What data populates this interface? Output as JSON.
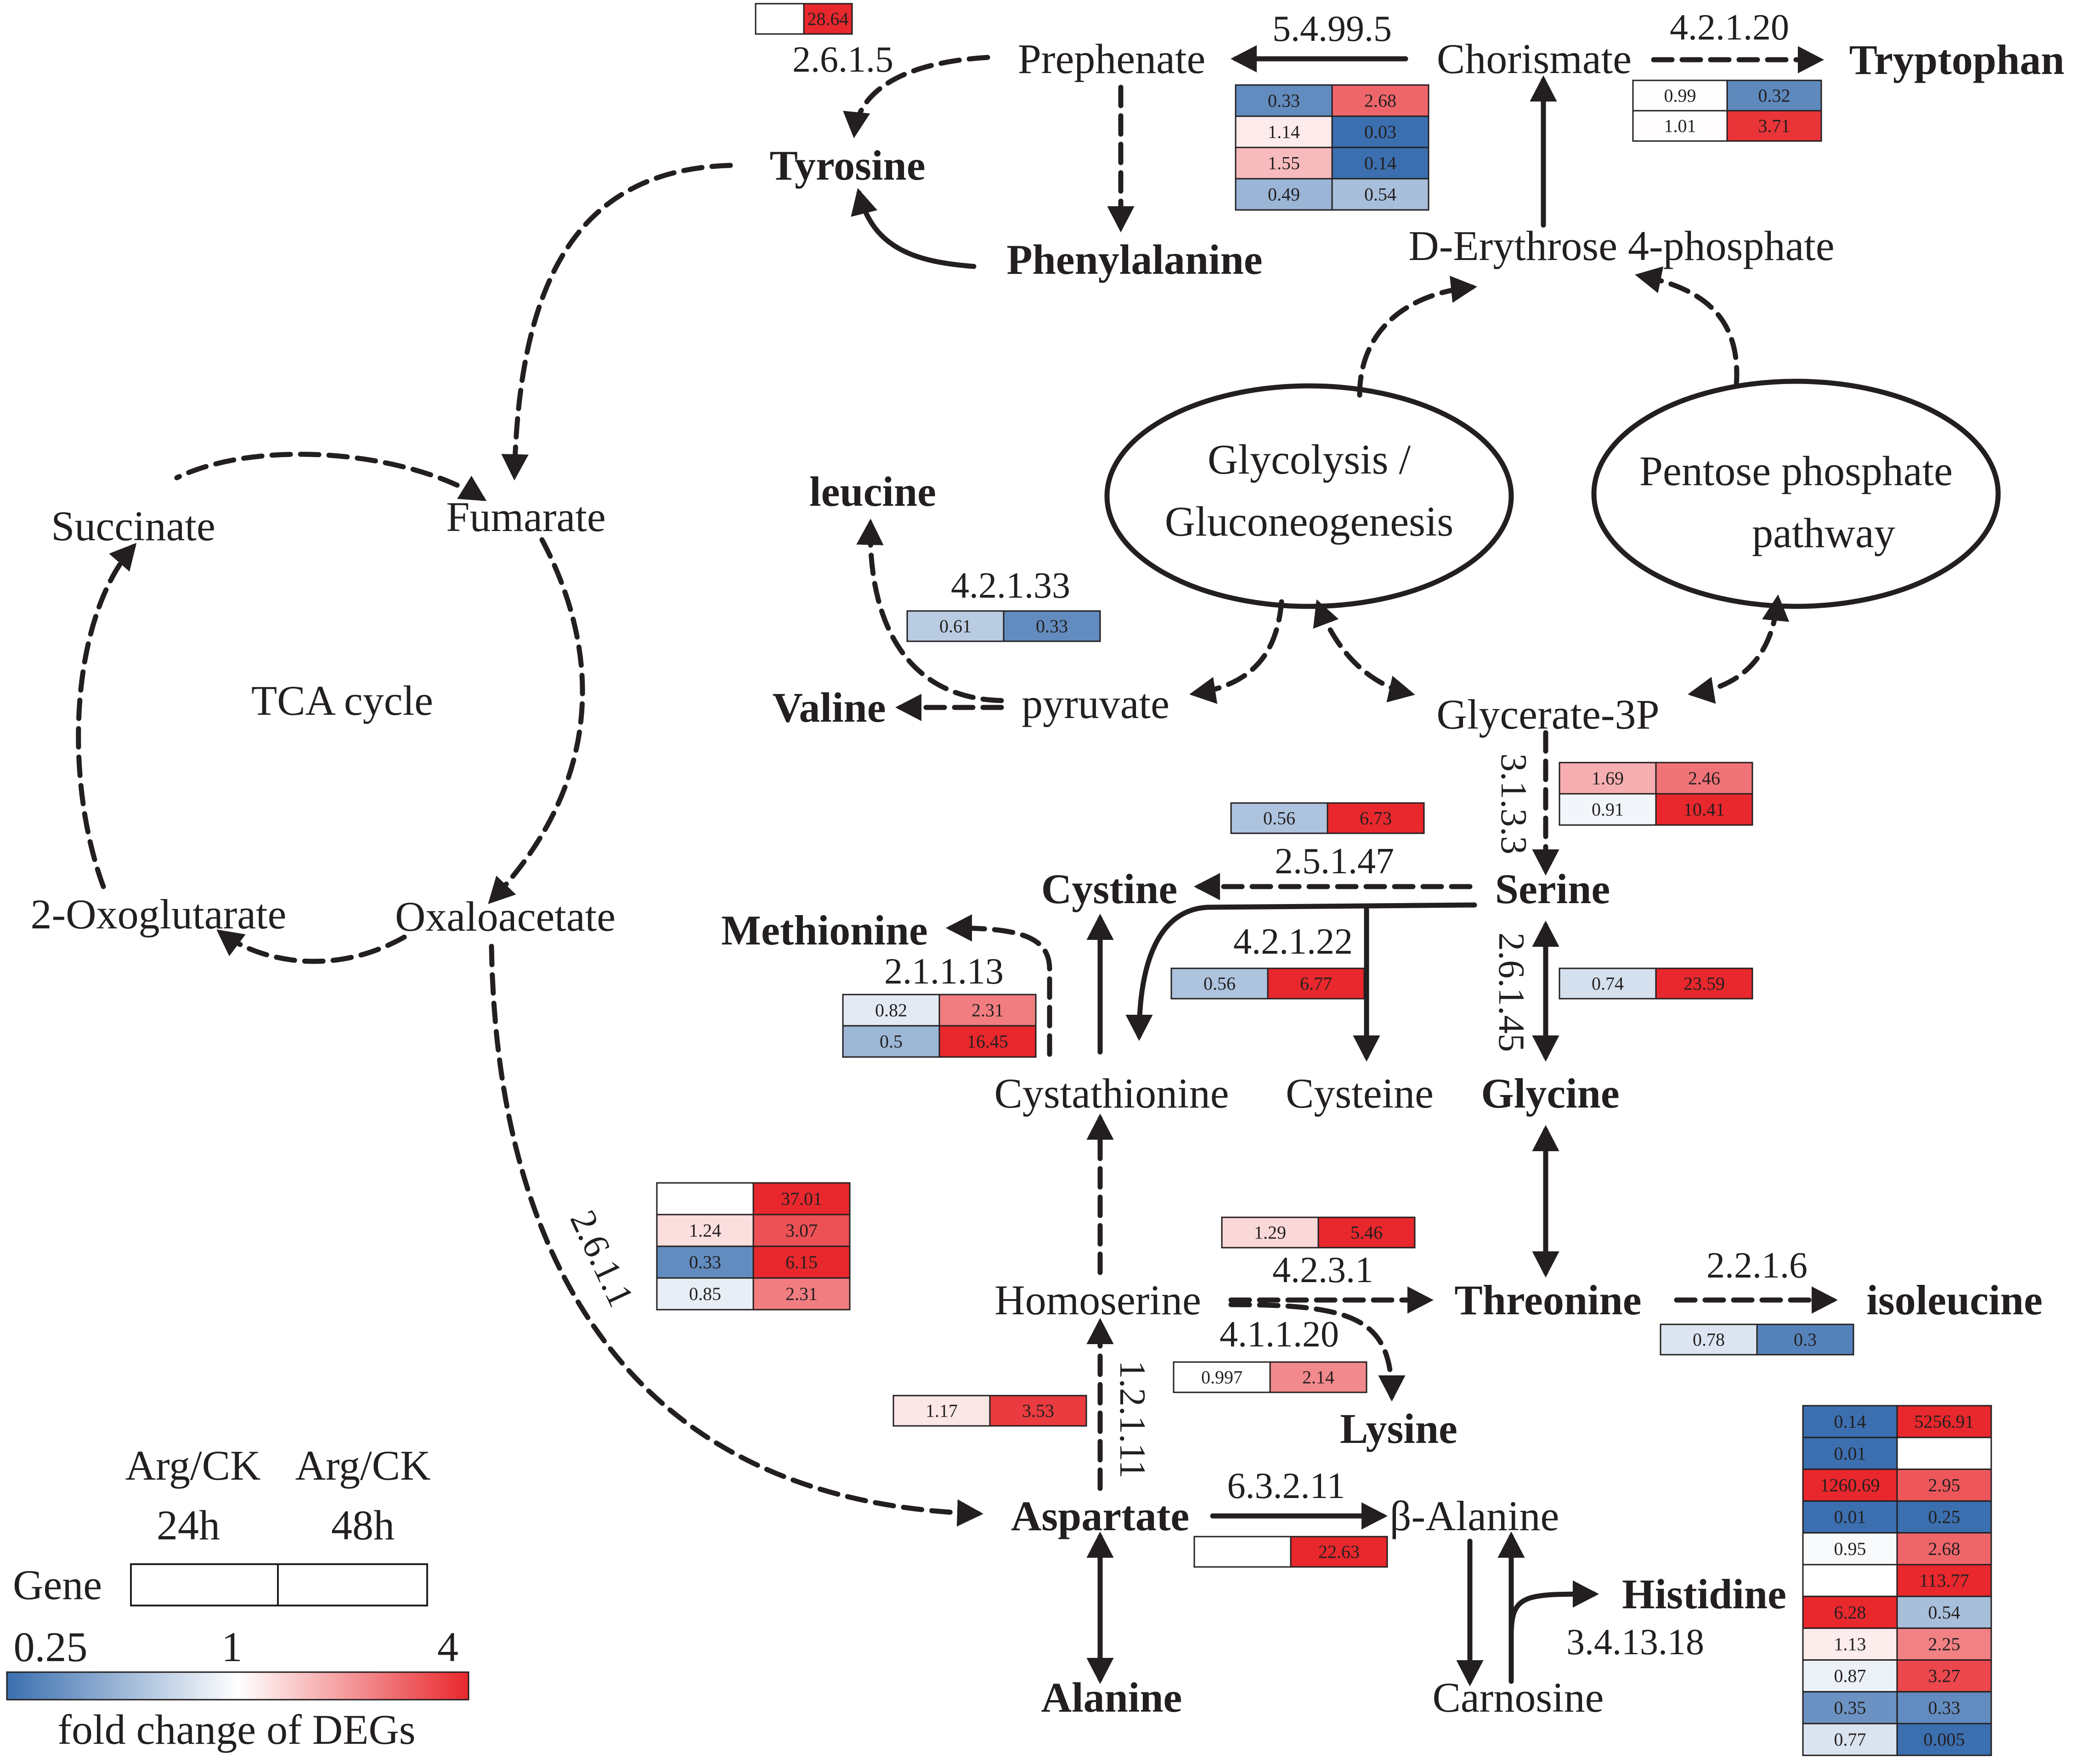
{
  "metabolites": {
    "prephenate": "Prephenate",
    "chorismate": "Chorismate",
    "tryptophan": "Tryptophan",
    "tyrosine": "Tyrosine",
    "phenylalanine": "Phenylalanine",
    "erythrose": "D-Erythrose 4-phosphate",
    "glycolysis_1": "Glycolysis /",
    "glycolysis_2": "Gluconeogenesis",
    "pentose_1": "Pentose phosphate",
    "pentose_2": "pathway",
    "succinate": "Succinate",
    "fumarate": "Fumarate",
    "tca": "TCA cycle",
    "oxoglutarate": "2-Oxoglutarate",
    "oxaloacetate": "Oxaloacetate",
    "leucine": "leucine",
    "valine": "Valine",
    "pyruvate": "pyruvate",
    "glycerate": "Glycerate-3P",
    "cystine": "Cystine",
    "serine": "Serine",
    "methionine": "Methionine",
    "cystathionine": "Cystathionine",
    "cysteine": "Cysteine",
    "glycine": "Glycine",
    "homoserine": "Homoserine",
    "threonine": "Threonine",
    "isoleucine": "isoleucine",
    "lysine": "Lysine",
    "aspartate": "Aspartate",
    "beta_alanine": "β-Alanine",
    "histidine": "Histidine",
    "alanine": "Alanine",
    "carnosine": "Carnosine"
  },
  "enzymes": {
    "e2615": "2.6.1.5",
    "e549": "5.4.99.5",
    "e4220": "4.2.1.20",
    "e4213": "4.2.1.33",
    "e3133": "3.1.3.3",
    "e2547": "2.5.1.47",
    "e4222": "4.2.1.22",
    "e2113": "2.1.1.13",
    "e2645": "2.6.1.45",
    "e2611": "2.6.1.1",
    "e4231": "4.2.3.1",
    "e2216": "2.2.1.6",
    "e4112": "4.1.1.20",
    "e1211": "1.2.1.11",
    "e6321": "6.3.2.11",
    "e3413": "3.4.13.18"
  },
  "legend": {
    "col1_line1": "Arg/CK",
    "col1_line2": "24h",
    "col2_line1": "Arg/CK",
    "col2_line2": "48h",
    "gene": "Gene",
    "min": "0.25",
    "mid": "1",
    "max": "4",
    "caption": "fold change of DEGs",
    "colors": [
      "#3b6faf",
      "#ffffff",
      "#e8282d"
    ]
  },
  "heatmaps": [
    {
      "id": "hm-2615",
      "rows": [
        [
          "",
          "28.64"
        ]
      ]
    },
    {
      "id": "hm-549",
      "rows": [
        [
          "0.33",
          "2.68"
        ],
        [
          "1.14",
          "0.03"
        ],
        [
          "1.55",
          "0.14"
        ],
        [
          "0.49",
          "0.54"
        ]
      ]
    },
    {
      "id": "hm-4220",
      "rows": [
        [
          "0.99",
          "0.32"
        ],
        [
          "1.01",
          "3.71"
        ]
      ]
    },
    {
      "id": "hm-4213",
      "rows": [
        [
          "0.61",
          "0.33"
        ]
      ]
    },
    {
      "id": "hm-3133",
      "rows": [
        [
          "1.69",
          "2.46"
        ],
        [
          "0.91",
          "10.41"
        ]
      ]
    },
    {
      "id": "hm-2547",
      "rows": [
        [
          "0.56",
          "6.73"
        ]
      ]
    },
    {
      "id": "hm-4222",
      "rows": [
        [
          "0.56",
          "6.77"
        ]
      ]
    },
    {
      "id": "hm-2113",
      "rows": [
        [
          "0.82",
          "2.31"
        ],
        [
          "0.5",
          "16.45"
        ]
      ]
    },
    {
      "id": "hm-2645",
      "rows": [
        [
          "0.74",
          "23.59"
        ]
      ]
    },
    {
      "id": "hm-2611",
      "rows": [
        [
          "",
          "37.01"
        ],
        [
          "1.24",
          "3.07"
        ],
        [
          "0.33",
          "6.15"
        ],
        [
          "0.85",
          "2.31"
        ]
      ]
    },
    {
      "id": "hm-4231",
      "rows": [
        [
          "1.29",
          "5.46"
        ]
      ]
    },
    {
      "id": "hm-2216",
      "rows": [
        [
          "0.78",
          "0.3"
        ]
      ]
    },
    {
      "id": "hm-4112",
      "rows": [
        [
          "0.997",
          "2.14"
        ]
      ]
    },
    {
      "id": "hm-1211",
      "rows": [
        [
          "1.17",
          "3.53"
        ]
      ]
    },
    {
      "id": "hm-6321",
      "rows": [
        [
          "",
          "22.63"
        ]
      ]
    },
    {
      "id": "hm-3413",
      "rows": [
        [
          "0.14",
          "5256.91"
        ],
        [
          "0.01",
          ""
        ],
        [
          "1260.69",
          "2.95"
        ],
        [
          "0.01",
          "0.25"
        ],
        [
          "0.95",
          "2.68"
        ],
        [
          "",
          "113.77"
        ],
        [
          "6.28",
          "0.54"
        ],
        [
          "1.13",
          "2.25"
        ],
        [
          "0.87",
          "3.27"
        ],
        [
          "0.35",
          "0.33"
        ],
        [
          "0.77",
          "0.005"
        ]
      ]
    }
  ]
}
